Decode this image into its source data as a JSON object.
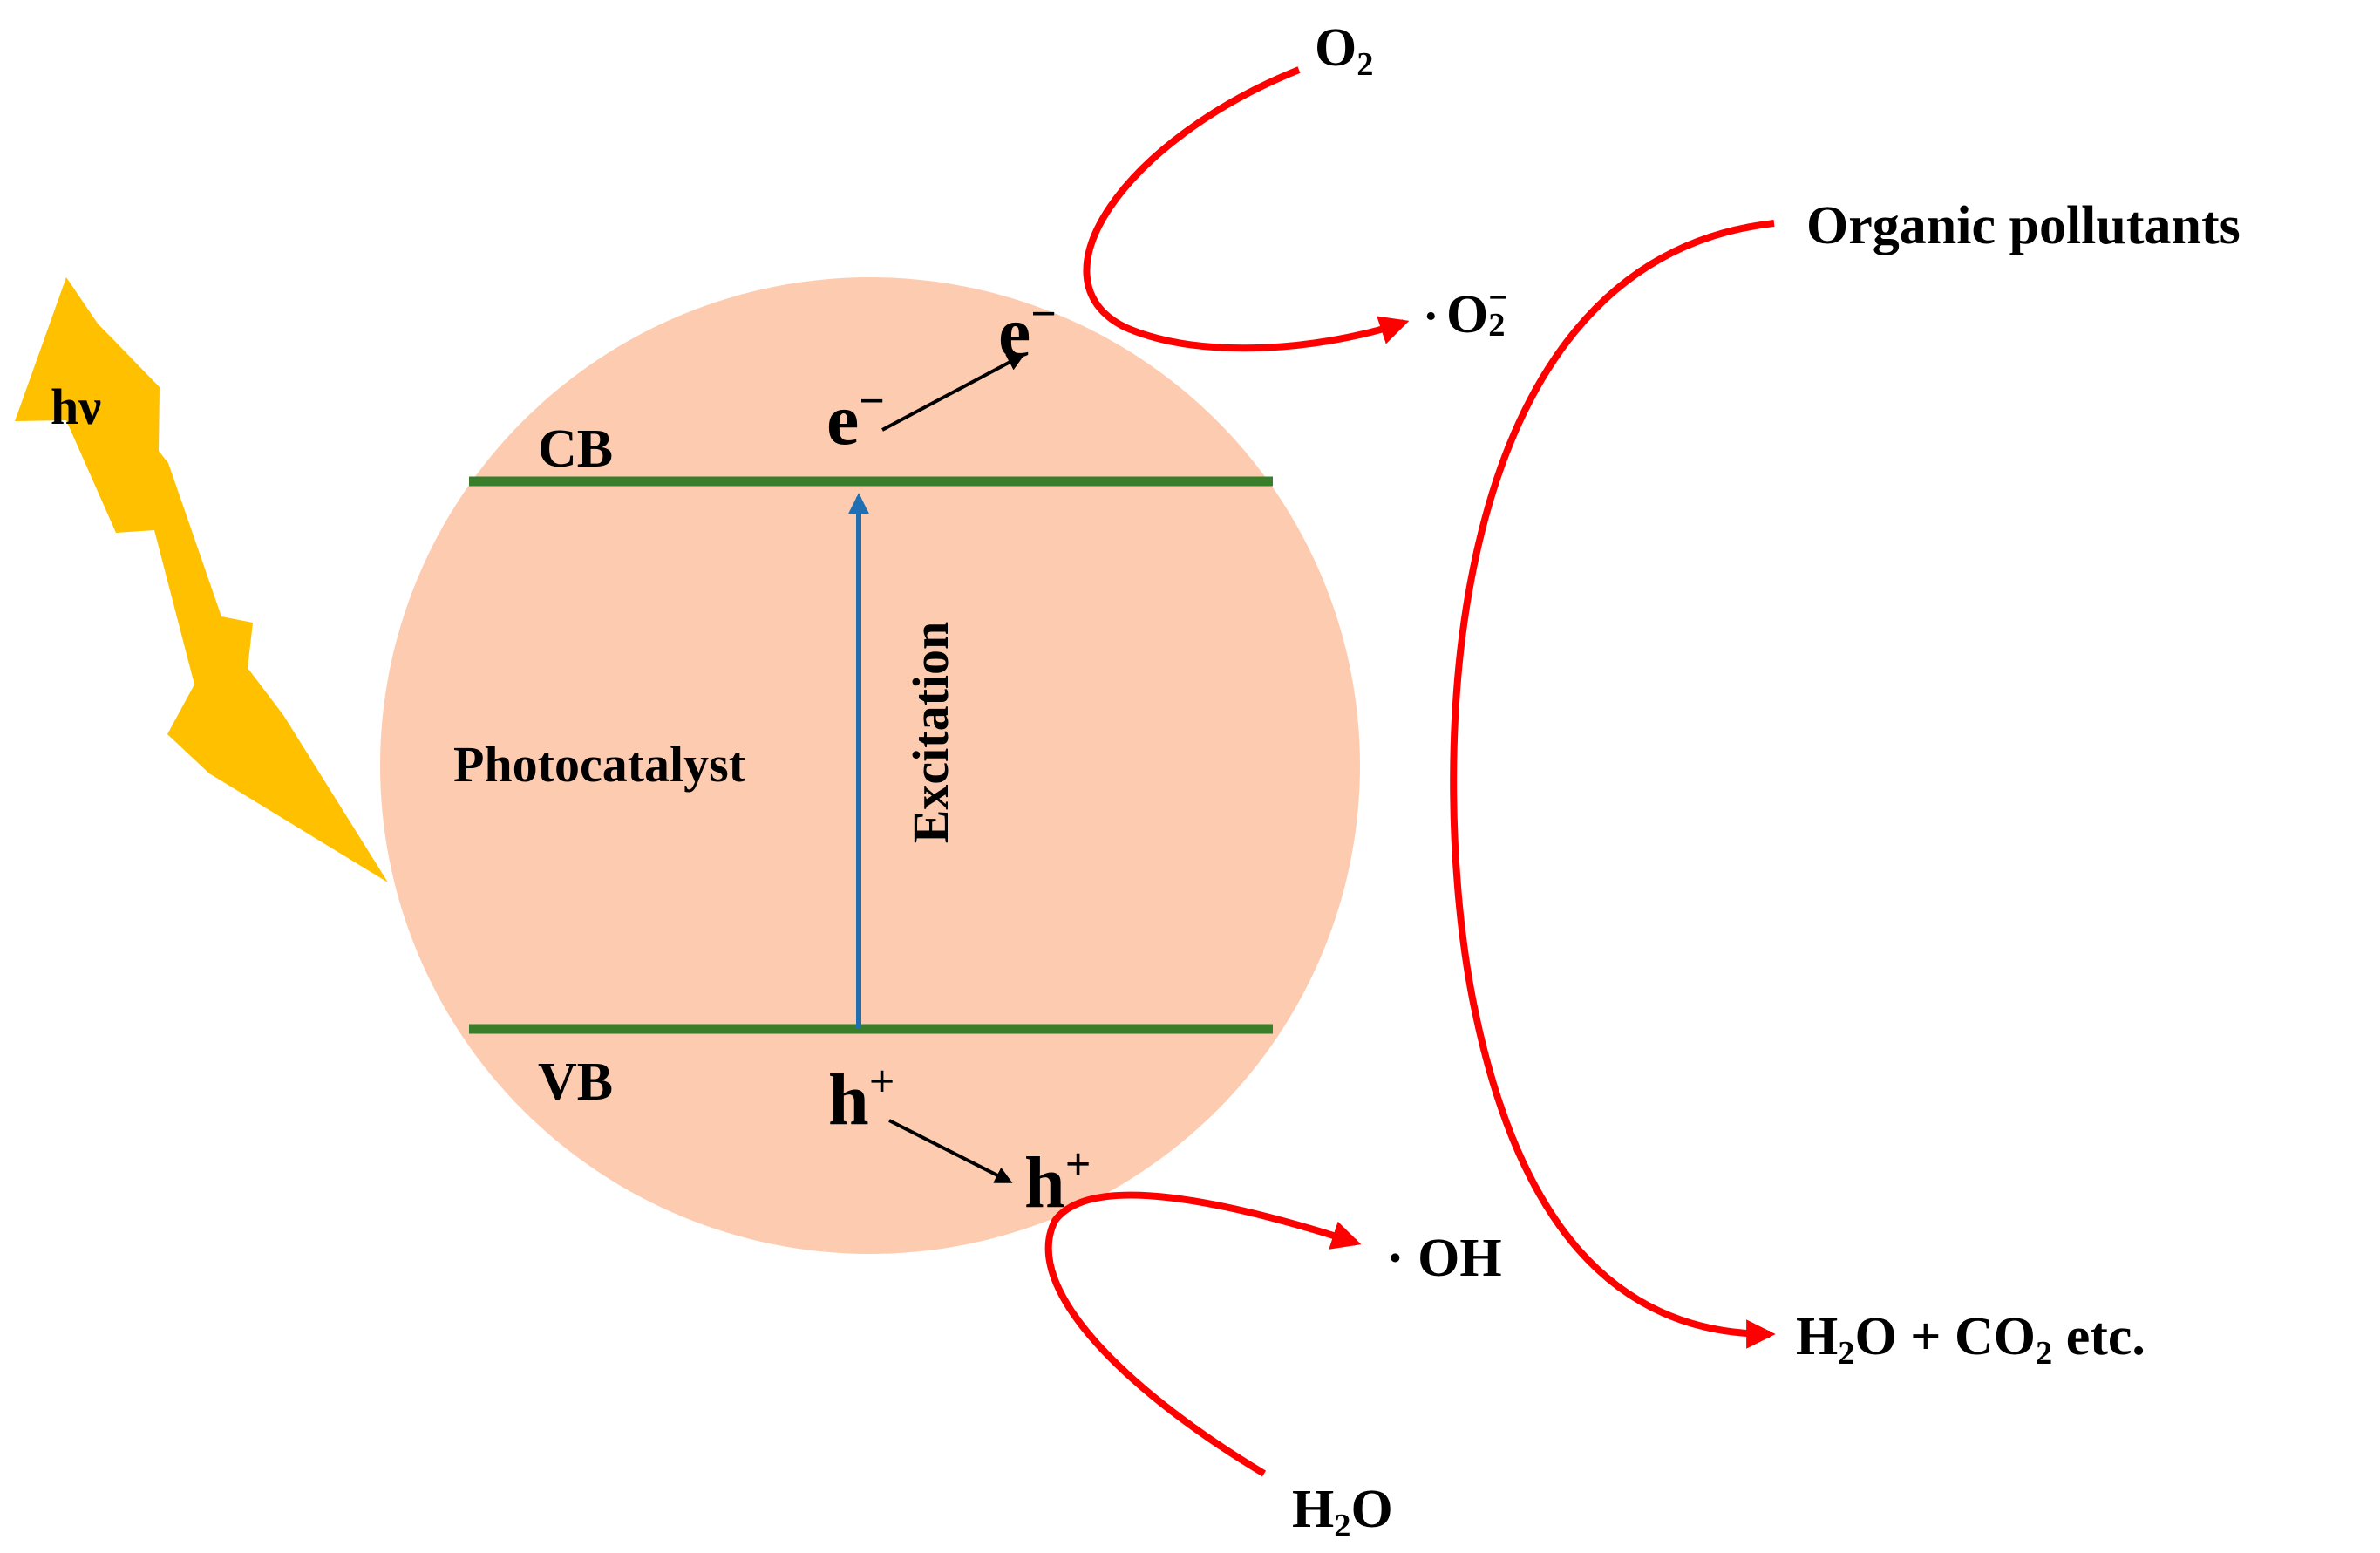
{
  "labels": {
    "hv": "hν",
    "cb": "CB",
    "vb": "VB",
    "photocatalyst": "Photocatalyst",
    "excitation": "Excitation",
    "electron_base": "e",
    "electron_charge": "−",
    "hole_base": "h",
    "hole_charge": "+",
    "o2_base": "O",
    "o2_sub": "2",
    "superoxide_dot": "·",
    "superoxide_base": "O",
    "superoxide_sub": "2",
    "superoxide_charge": "−",
    "hydroxyl": "· OH",
    "water_h": "H",
    "water_sub": "2",
    "water_o": "O",
    "organic_pollutants": "Organic pollutants",
    "products_h": "H",
    "products_sub1": "2",
    "products_mid": "O + CO",
    "products_sub2": "2",
    "products_tail": " etc."
  },
  "colors": {
    "particle": "#FDCCB0",
    "band_line": "#3A7D2A",
    "excitation_arrow": "#1F6FB2",
    "reaction_arrow": "#FF0000",
    "lightning": "#FFC000",
    "text": "#000000"
  }
}
